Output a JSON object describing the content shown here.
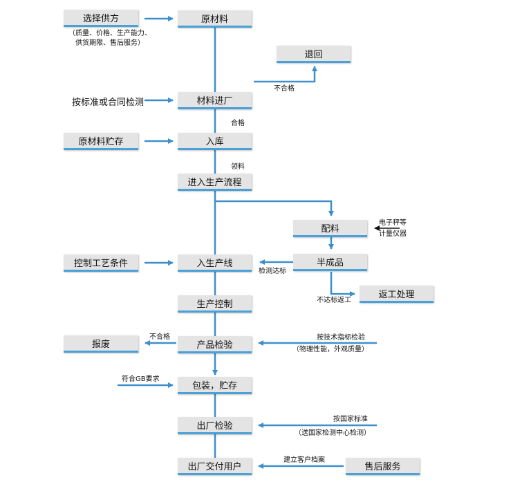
{
  "colors": {
    "arrow": "#3d8fcc",
    "box_fill": "#e4e4e4",
    "box_accent": "#4aa0d8",
    "black_arrow": "#111111"
  },
  "boxes": {
    "select_supplier": "选择供方",
    "raw_material": "原材料",
    "return": "退回",
    "material_entry": "材料进厂",
    "raw_storage": "原材料贮存",
    "warehouse": "入库",
    "enter_production": "进入生产流程",
    "batching": "配料",
    "control_process": "控制工艺条件",
    "into_line": "入生产线",
    "semi_product": "半成品",
    "rework": "返工处理",
    "production_control": "生产控制",
    "scrap": "报废",
    "product_inspection": "产品检验",
    "packaging": "包装，贮存",
    "factory_inspection": "出厂检验",
    "delivery": "出厂交付用户",
    "after_sales": "售后服务"
  },
  "labels": {
    "supplier_criteria_1": "（质量、价格、生产能力、",
    "supplier_criteria_2": "供货期限、售后服务）",
    "unqualified_1": "不合格",
    "inspect_by_standard": "按标准或合同检测",
    "qualified": "合格",
    "collect_material": "领料",
    "scale_1": "电子秤等",
    "scale_2": "计量仪器",
    "test_pass": "检测达标",
    "not_pass_rework": "不达标返工",
    "unqualified_2": "不合格",
    "tech_inspection": "按技术指标检验",
    "tech_inspection_sub": "（物理性能，外观质量）",
    "gb_compliance": "符合GB要求",
    "national_inspection": "按国家标准",
    "national_inspection_sub": "（送国家检测中心检测）",
    "customer_file": "建立客户档案"
  }
}
